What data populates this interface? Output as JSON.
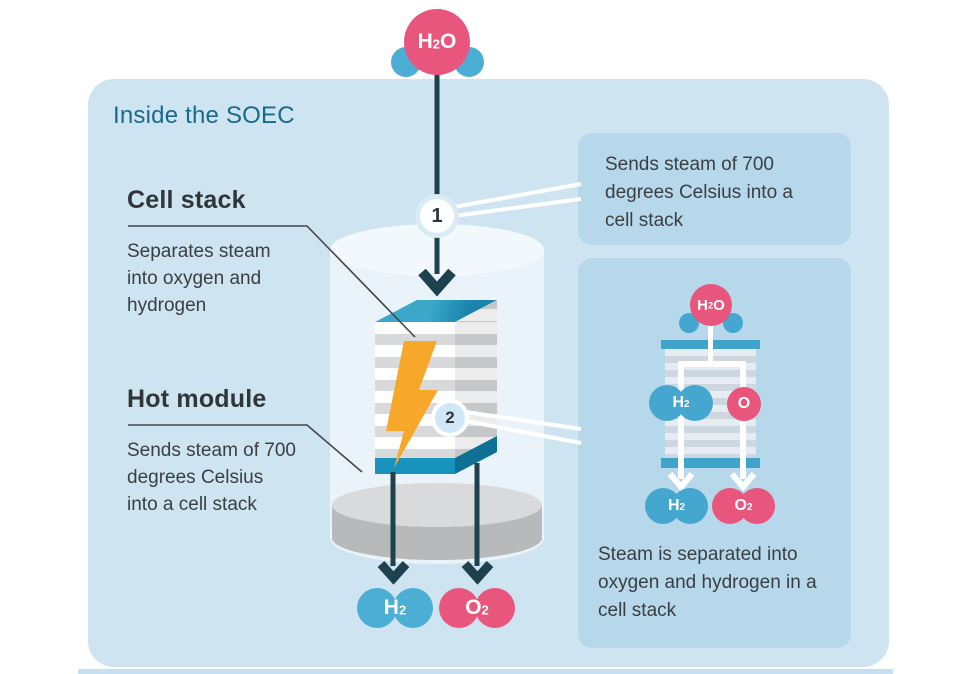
{
  "title": "Inside the SOEC",
  "annotations": {
    "cell_stack": {
      "heading": "Cell stack",
      "body": "Separates steam into oxygen and hydrogen"
    },
    "hot_module": {
      "heading": "Hot module",
      "body": "Sends steam of 700 degrees Celsius into a cell stack"
    }
  },
  "steps": [
    {
      "number": "1",
      "text": "Sends steam of 700 degrees Celsius into a cell stack"
    },
    {
      "number": "2",
      "text": "Steam is separated into oxygen and hydrogen in a cell stack"
    }
  ],
  "molecules": {
    "h2o": {
      "pre": "H",
      "sub": "2",
      "post": "O"
    },
    "h2": {
      "pre": "H",
      "sub": "2",
      "post": ""
    },
    "o2": {
      "pre": "O",
      "sub": "2",
      "post": ""
    },
    "o": {
      "pre": "O",
      "sub": "",
      "post": ""
    }
  },
  "colors": {
    "panel": "#cee4f1",
    "callout": "#b7d7ea",
    "pink": "#e8567e",
    "blue": "#4caed4",
    "dark_arrow": "#1d414d",
    "stack_blue": "#2196be",
    "bolt": "#f7a82a",
    "title_text": "#176a8e",
    "body_text": "#3a3f43"
  }
}
